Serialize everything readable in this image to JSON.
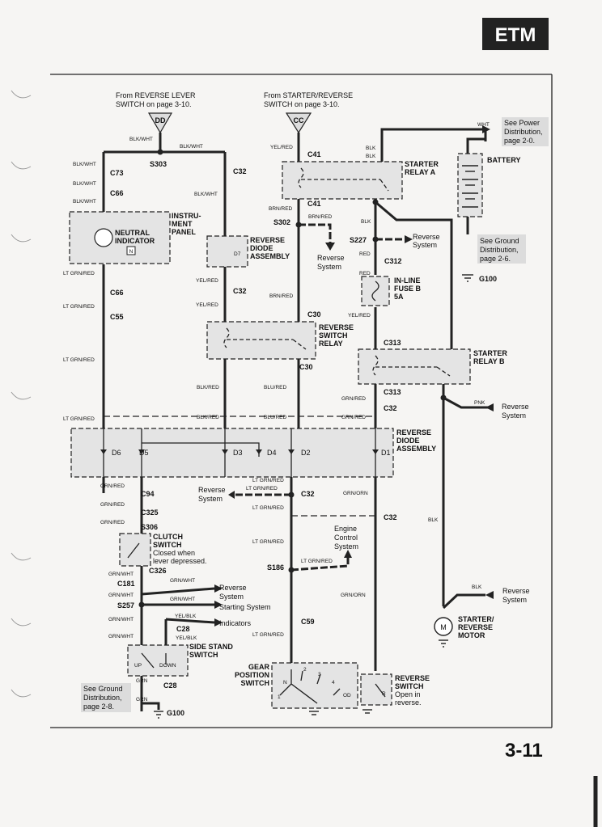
{
  "header": {
    "badge": "ETM",
    "page_number": "3-11"
  },
  "top_sources": {
    "reverse_lever": {
      "line1": "From REVERSE LEVER",
      "line2": "SWITCH on page 3-10.",
      "connector": "DD"
    },
    "starter_reverse": {
      "line1": "From STARTER/REVERSE",
      "line2": "SWITCH on page 3-10.",
      "connector": "CC"
    }
  },
  "power": {
    "note": [
      "See Power",
      "Distribution,",
      "page 2-0."
    ],
    "battery_label": "BATTERY",
    "ground_note": [
      "See Ground",
      "Distribution,",
      "page 2-6."
    ],
    "ground": "G100"
  },
  "components": {
    "neutral_indicator": [
      "NEUTRAL",
      "INDICATOR"
    ],
    "neutral_letter": "N",
    "instrument_panel": [
      "INSTRU-",
      "MENT",
      "PANEL"
    ],
    "reverse_diode_upper": [
      "REVERSE",
      "DIODE",
      "ASSEMBLY"
    ],
    "d7": "D7",
    "starter_relay_a": [
      "STARTER",
      "RELAY A"
    ],
    "inline_fuse": [
      "IN-LINE",
      "FUSE B",
      "5A"
    ],
    "reverse_switch_relay": [
      "REVERSE",
      "SWITCH",
      "RELAY"
    ],
    "starter_relay_b": [
      "STARTER",
      "RELAY B"
    ],
    "reverse_diode_lower": [
      "REVERSE",
      "DIODE",
      "ASSEMBLY"
    ],
    "diodes": [
      "D6",
      "D5",
      "D3",
      "D4",
      "D2",
      "D1"
    ],
    "clutch_switch": [
      "CLUTCH",
      "SWITCH",
      "Closed when",
      "lever depressed."
    ],
    "side_stand": [
      "SIDE STAND",
      "SWITCH"
    ],
    "side_stand_positions": [
      "UP",
      "DOWN"
    ],
    "gear_position": [
      "GEAR",
      "POSITION",
      "SWITCH"
    ],
    "gear_positions": [
      "N",
      "1",
      "2",
      "3",
      "4",
      "OD"
    ],
    "starter_motor": [
      "STARTER/",
      "REVERSE",
      "MOTOR"
    ],
    "motor_letter": "M",
    "reverse_switch": [
      "REVERSE",
      "SWITCH",
      "Open in",
      "reverse."
    ],
    "reverse_switch_letter": "R",
    "ground_note_bottom": [
      "See Ground",
      "Distribution,",
      "page 2-8."
    ],
    "ground_bottom": "G100"
  },
  "references": {
    "reverse_system_1": [
      "Reverse",
      "System"
    ],
    "reverse_system_2": [
      "Reverse",
      "System"
    ],
    "reverse_system_3": [
      "Reverse",
      "System"
    ],
    "reverse_system_4": [
      "Reverse",
      "System"
    ],
    "reverse_system_5": [
      "Reverse",
      "System"
    ],
    "reverse_system_6": [
      "Reverse",
      "System"
    ],
    "starting_system": "Starting System",
    "indicators": "Indicators",
    "engine_control": [
      "Engine",
      "Control",
      "System"
    ]
  },
  "connectors": [
    "C73",
    "C66",
    "C32",
    "S303",
    "C41",
    "C41",
    "S302",
    "S227",
    "C312",
    "C66",
    "C55",
    "C32",
    "C30",
    "C30",
    "C313",
    "C313",
    "C32",
    "C32",
    "C94",
    "C325",
    "S306",
    "C32",
    "C326",
    "C181",
    "S257",
    "C28",
    "S186",
    "C59",
    "C28"
  ],
  "wires": [
    "BLK/WHT",
    "BLK/WHT",
    "BLK/WHT",
    "BLK/WHT",
    "BLK/WHT",
    "BLK/WHT",
    "YEL/RED",
    "BRN/RED",
    "BRN/RED",
    "WHT",
    "BLK",
    "BLK",
    "RED",
    "RED",
    "LT GRN/RED",
    "LT GRN/RED",
    "LT GRN/RED",
    "LT GRN/RED",
    "YEL/RED",
    "YEL/RED",
    "BRN/RED",
    "YEL/RED",
    "BLK/RED",
    "BLU/RED",
    "BLK/RED",
    "BLU/RED",
    "GRN/RED",
    "GRN/RED",
    "PNK",
    "GRN/RED",
    "GRN/RED",
    "GRN/RED",
    "LT GRN/RED",
    "LT GRN/RED",
    "GRN/ORN",
    "LT GRN/RED",
    "BLK",
    "LT GRN/RED",
    "LT GRN/RED",
    "GRN/WHT",
    "GRN/WHT",
    "GRN/WHT",
    "GRN/WHT",
    "YEL/BLK",
    "GRN/WHT",
    "YEL/BLK",
    "GRN/WHT",
    "GRN/ORN",
    "LT GRN/RED",
    "BLK",
    "GRN",
    "GRN",
    "BLK"
  ]
}
